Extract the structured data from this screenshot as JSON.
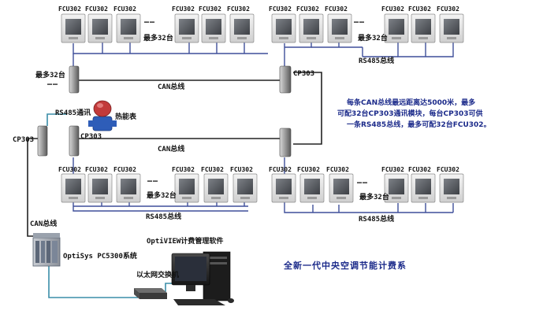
{
  "devices": {
    "fcu_label": "FCU302",
    "cp_label": "CP303",
    "dots": "……"
  },
  "labels": {
    "max32_top_left": "最多32台",
    "max32_top_right": "最多32台",
    "max32_bottom_left": "最多32台",
    "max32_bottom_right": "最多32台",
    "max32_side": "最多32台",
    "rs485_bus_1": "RS485总线",
    "rs485_bus_2": "RS485总线",
    "rs485_bus_3": "RS485总线",
    "can_bus_1": "CAN总线",
    "can_bus_2": "CAN总线",
    "can_bus_side": "CAN总线",
    "rs485_comm": "RS485通讯",
    "heat_meter": "热能表",
    "optisys": "OptiSys PC5300系统",
    "optiview": "OptiVIEW计费管理软件",
    "ethernet_switch": "以太网交换机"
  },
  "note": {
    "line1": "每条CAN总线最远距离达5000米，最多",
    "line2": "可配32台CP303通讯模块，每台CP303可供",
    "line3": "一条RS485总线，最多可配32台FCU302。"
  },
  "title": "全新一代中央空调节能计费系",
  "colors": {
    "wire": "#3f4f9a",
    "teal": "#3a8ea8",
    "note_text": "#1b2a8a",
    "meter_red": "#c23a3a",
    "meter_blue": "#2e5db8"
  }
}
